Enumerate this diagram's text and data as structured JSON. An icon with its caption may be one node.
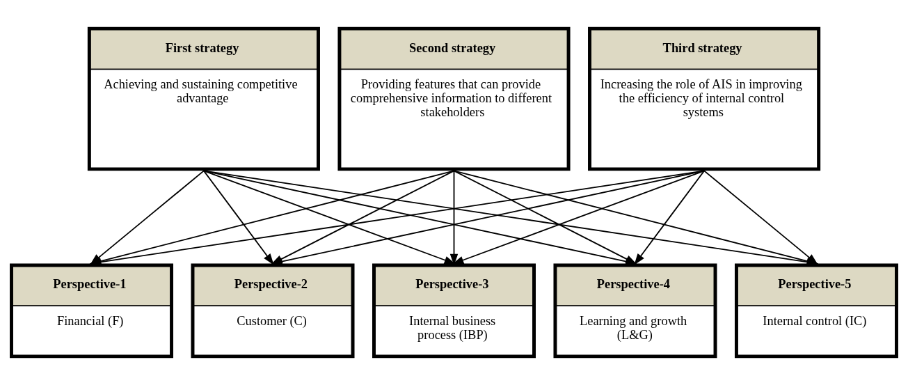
{
  "diagram": {
    "nodes": [
      {
        "text": [
          "First strategy",
          "Achieving and sustaining competitive advantage"
        ]
      },
      {
        "text": [
          "Second strategy",
          "Providing features that can provide comprehensive information to different stakeholders"
        ]
      },
      {
        "text": [
          "Third strategy",
          "Increasing the role of AIS in improving the efficiency of internal control systems"
        ]
      },
      {
        "text": [
          "Perspective-1",
          "Financial (F)"
        ]
      },
      {
        "text": [
          "Perspective-2",
          "Customer (C)"
        ]
      },
      {
        "text": [
          "Perspective-3",
          "Internal business process (IBP)"
        ]
      },
      {
        "text": [
          "Perspective-4",
          "Learning and growth (L&G)"
        ]
      },
      {
        "text": [
          "Perspective-5",
          "Internal control (IC)"
        ]
      }
    ],
    "edges": [
      {
        "from": 0,
        "to": 3,
        "arrow": "to"
      },
      {
        "from": 0,
        "to": 4,
        "arrow": "to"
      },
      {
        "from": 0,
        "to": 5,
        "arrow": "to"
      },
      {
        "from": 0,
        "to": 6,
        "arrow": "to"
      },
      {
        "from": 0,
        "to": 7,
        "arrow": "to"
      },
      {
        "from": 1,
        "to": 3,
        "arrow": "to"
      },
      {
        "from": 1,
        "to": 4,
        "arrow": "to"
      },
      {
        "from": 1,
        "to": 5,
        "arrow": "to"
      },
      {
        "from": 1,
        "to": 6,
        "arrow": "to"
      },
      {
        "from": 1,
        "to": 7,
        "arrow": "to"
      },
      {
        "from": 2,
        "to": 3,
        "arrow": "to"
      },
      {
        "from": 2,
        "to": 4,
        "arrow": "to"
      },
      {
        "from": 2,
        "to": 5,
        "arrow": "to"
      },
      {
        "from": 2,
        "to": 6,
        "arrow": "to"
      },
      {
        "from": 2,
        "to": 7,
        "arrow": "to"
      }
    ]
  }
}
